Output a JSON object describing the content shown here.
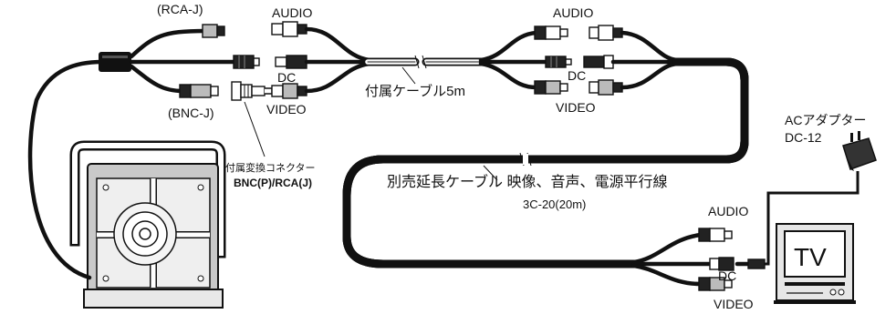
{
  "camera_side": {
    "rca_j_label": "(RCA-J)",
    "bnc_j_label": "(BNC-J)",
    "adapter_label_1": "付属変換コネクター",
    "adapter_label_2": "BNC(P)/RCA(J)"
  },
  "included_cable": {
    "audio_label": "AUDIO",
    "dc_label": "DC",
    "video_label": "VIDEO",
    "name": "付属ケーブル5m"
  },
  "extension_cable_head": {
    "audio_label": "AUDIO",
    "dc_label": "DC",
    "video_label": "VIDEO"
  },
  "extension_cable": {
    "name": "別売延長ケーブル 映像、音声、電源平行線",
    "spec": "3C-20(20m)"
  },
  "tv_side": {
    "audio_label": "AUDIO",
    "dc_label": "DC",
    "video_label": "VIDEO",
    "tv_label": "TV"
  },
  "ac_adapter": {
    "label_1": "ACアダプター",
    "label_2": "DC-12"
  }
}
